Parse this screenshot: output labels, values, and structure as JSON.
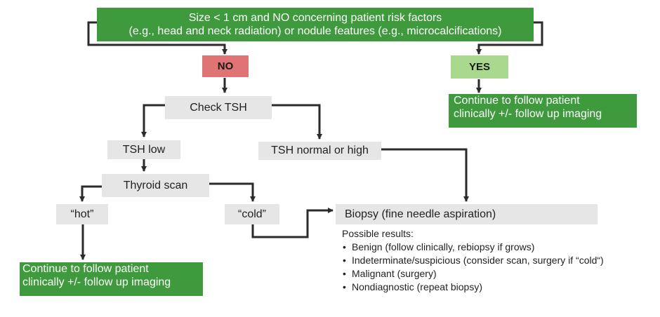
{
  "top_question": {
    "line1": "Size < 1 cm and NO concerning patient risk factors",
    "line2": "(e.g., head and neck radiation) or nodule features (e.g., microcalcifications)"
  },
  "no_label": "NO",
  "yes_label": "YES",
  "yes_outcome": {
    "line1": "Continue to follow patient",
    "line2": "clinically +/- follow up imaging"
  },
  "check_tsh": "Check TSH",
  "tsh_low": "TSH low",
  "tsh_normal_high": "TSH normal or high",
  "thyroid_scan": "Thyroid scan",
  "hot": "“hot”",
  "cold": "“cold”",
  "hot_outcome": {
    "line1": "Continue to follow patient",
    "line2": "clinically +/- follow up imaging"
  },
  "biopsy": "Biopsy (fine needle aspiration)",
  "possible_results": {
    "heading": "Possible results:",
    "items": [
      "Benign (follow clinically, rebiopsy if grows)",
      "Indeterminate/suspicious (consider scan, surgery if “cold“)",
      "Malignant (surgery)",
      "Nondiagnostic (repeat biopsy)"
    ]
  },
  "colors": {
    "green": "#3e9a3c",
    "gray": "#e6e6e6",
    "red": "#e07474",
    "light_green": "#a9d98e",
    "line": "#2b2b2b"
  }
}
